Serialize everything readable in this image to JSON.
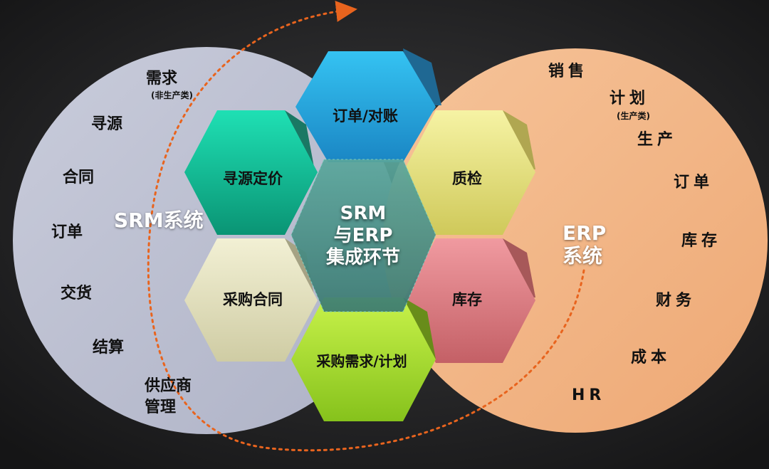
{
  "srm": {
    "title": "SRM系统",
    "items": [
      "需求",
      "(非生产类)",
      "寻源",
      "合同",
      "订单",
      "交货",
      "结算",
      "供应商",
      "管理"
    ]
  },
  "erp": {
    "title_line1": "ERP",
    "title_line2": "系统",
    "items": [
      "销售",
      "计划",
      "(生产类)",
      "生产",
      "订单",
      "库存",
      "财务",
      "成本",
      "HR"
    ]
  },
  "center": {
    "line1": "SRM",
    "line2": "与ERP",
    "line3": "集成环节"
  },
  "hexagons": [
    {
      "label": "订单/对账",
      "color": "#2aa6de"
    },
    {
      "label": "质检",
      "color": "#e8e47a"
    },
    {
      "label": "库存",
      "color": "#d97a80"
    },
    {
      "label": "采购需求/计划",
      "color": "#a8e030"
    },
    {
      "label": "采购合同",
      "color": "#e4e2c0"
    },
    {
      "label": "寻源定价",
      "color": "#12b892"
    }
  ],
  "colors": {
    "srm_circle": "#bcc0d2",
    "erp_circle": "#f2b485",
    "arrow": "#e8641e",
    "core": "#4a8f86"
  }
}
